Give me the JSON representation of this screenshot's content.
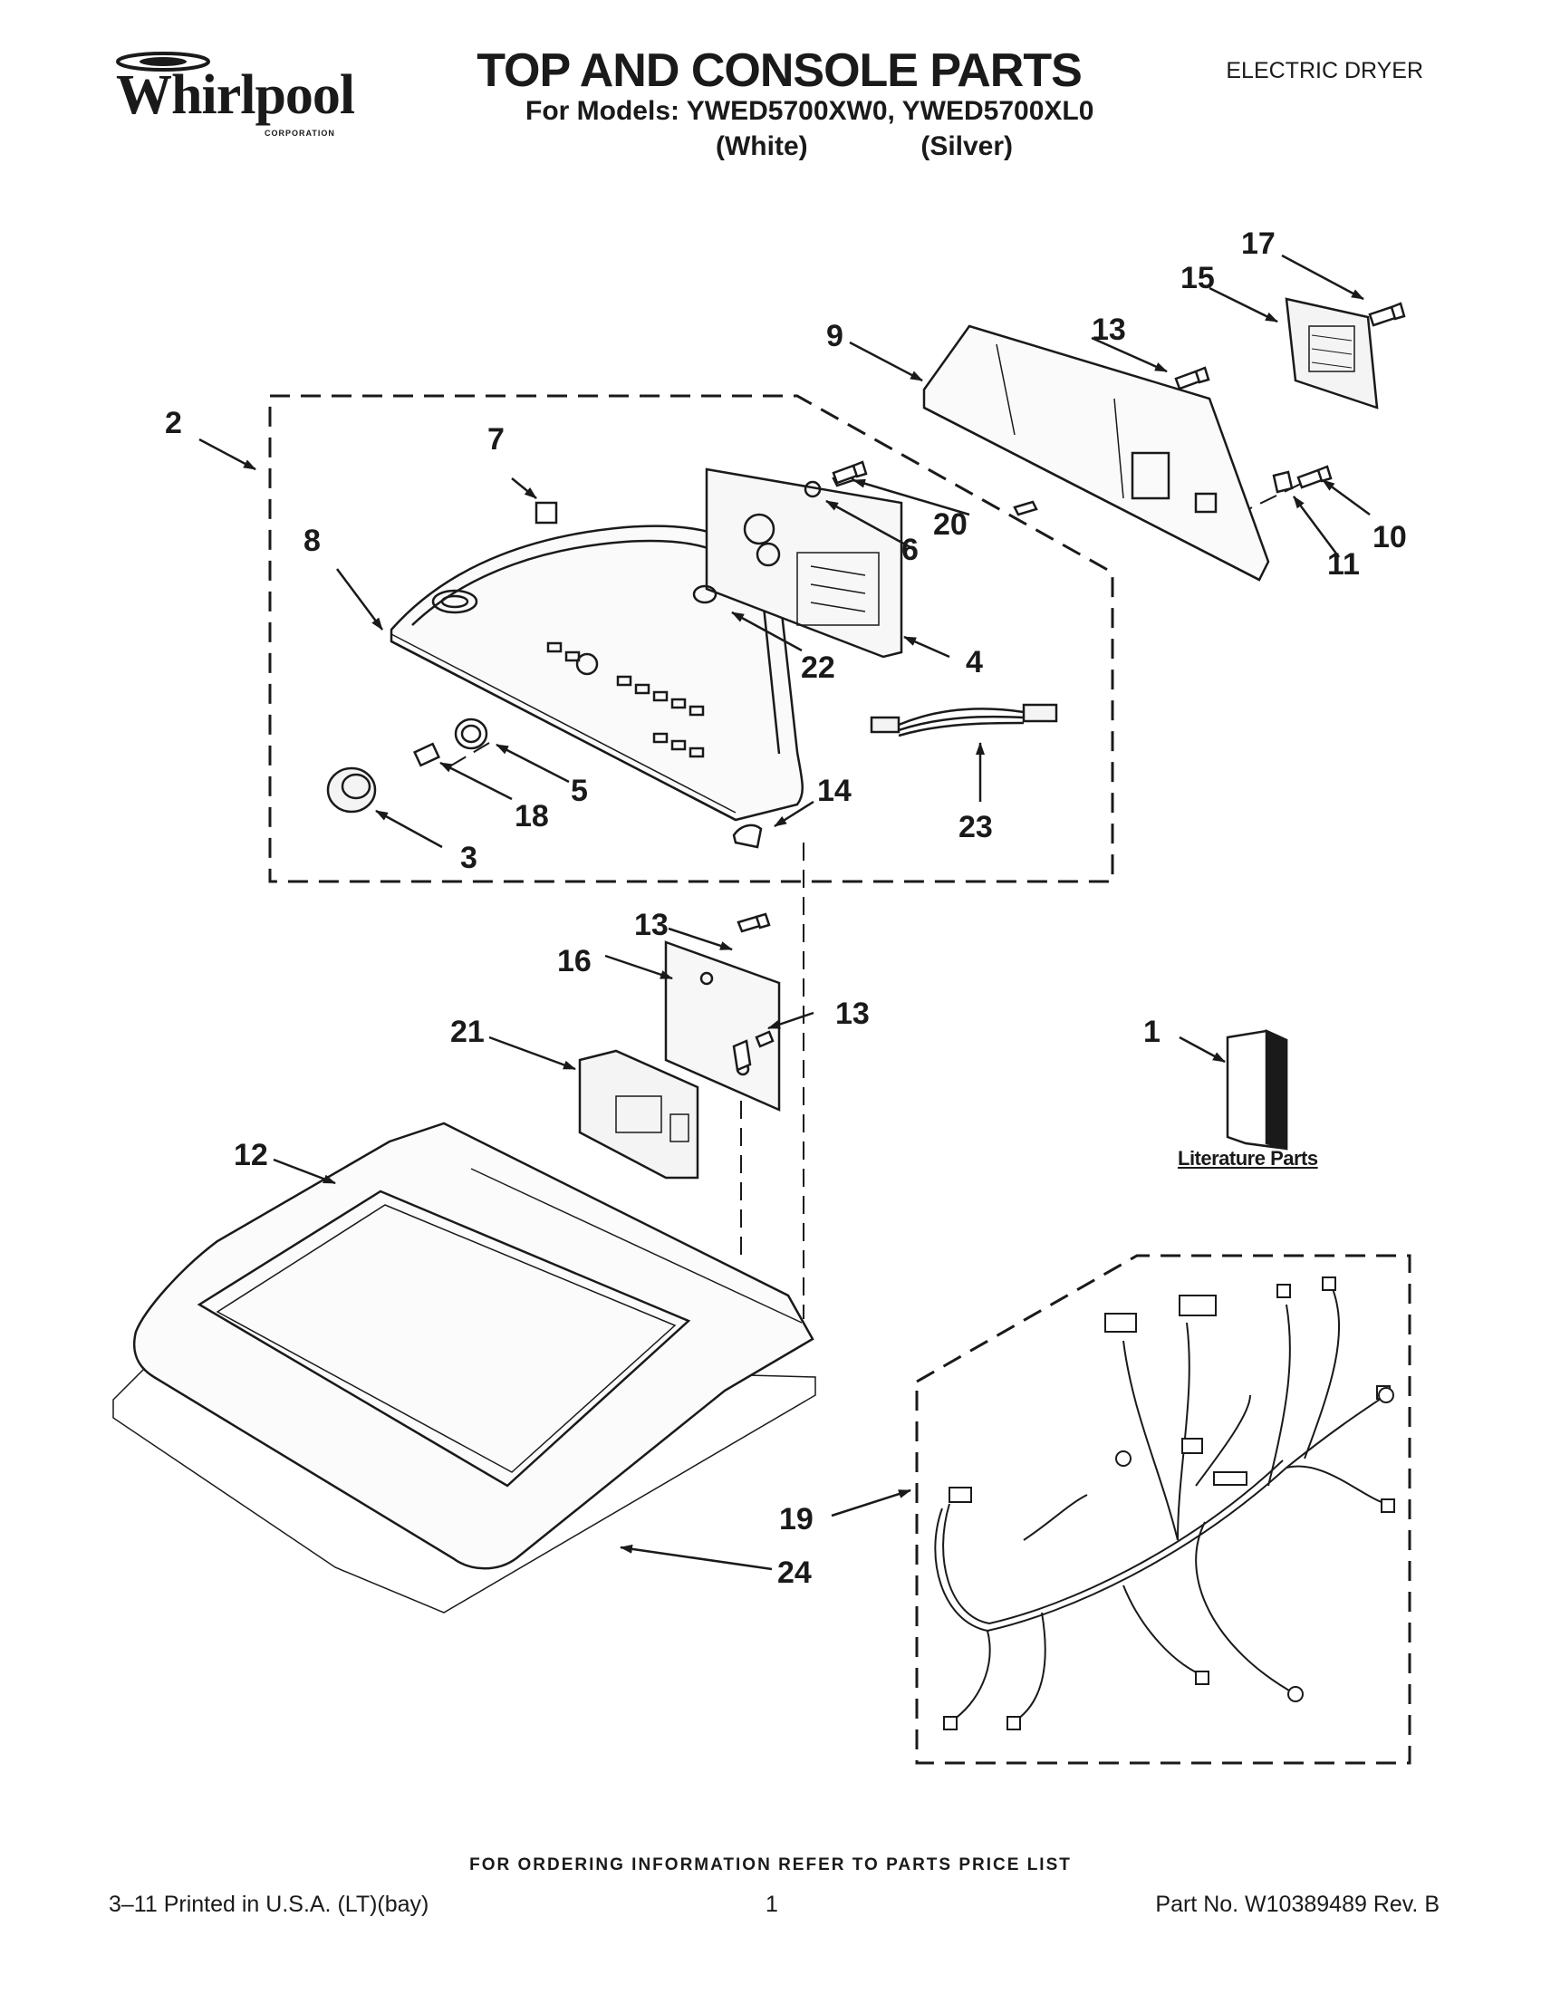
{
  "header": {
    "logo": "Whirlpool",
    "logo_sub": "CORPORATION",
    "title": "TOP AND CONSOLE PARTS",
    "models_line": "For Models: YWED5700XW0, YWED5700XL0",
    "color_white": "(White)",
    "color_silver": "(Silver)",
    "appliance_type": "ELECTRIC DRYER"
  },
  "callouts": {
    "c1": "1",
    "c2": "2",
    "c3": "3",
    "c4": "4",
    "c5": "5",
    "c6": "6",
    "c7": "7",
    "c8": "8",
    "c9": "9",
    "c10": "10",
    "c11": "11",
    "c12": "12",
    "c13a": "13",
    "c13b": "13",
    "c13c": "13",
    "c14": "14",
    "c15": "15",
    "c16": "16",
    "c17": "17",
    "c18": "18",
    "c19": "19",
    "c20": "20",
    "c21": "21",
    "c22": "22",
    "c23": "23",
    "c24": "24"
  },
  "literature_label": "Literature Parts",
  "footer": {
    "ordering_note": "FOR ORDERING INFORMATION REFER TO PARTS PRICE LIST",
    "print_info": "3–11 Printed in U.S.A. (LT)(bay)",
    "page_number": "1",
    "part_number": "Part No. W10389489 Rev. B"
  }
}
